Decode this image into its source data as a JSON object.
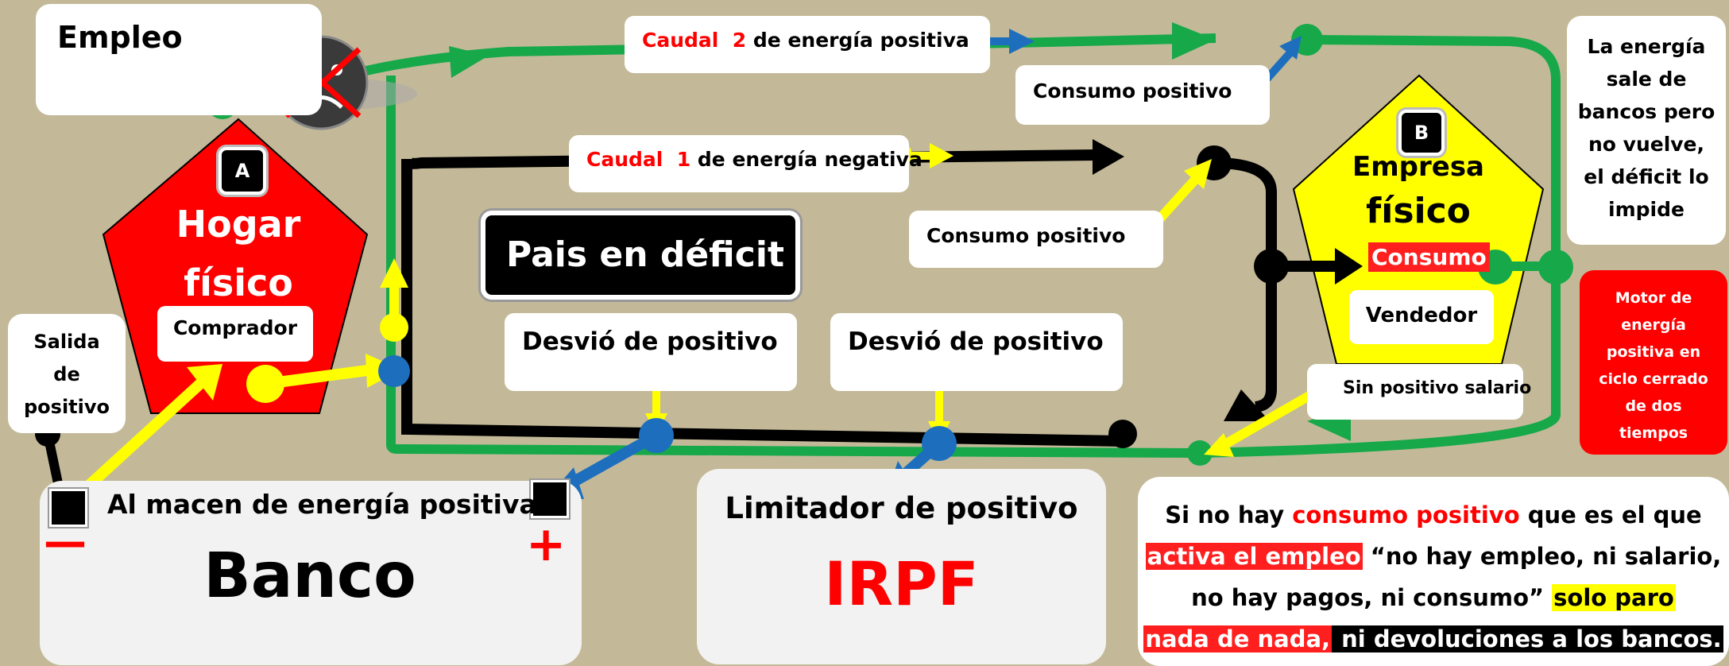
{
  "colors": {
    "background": "#c3b998",
    "green_flow": "#17a84a",
    "black_flow": "#000000",
    "yellow_flow": "#ffff00",
    "blue_flow": "#1d6fbe",
    "hogar_fill": "#ff0000",
    "empresa_fill": "#ffff00",
    "accent_red": "#ff0000"
  },
  "empleo": {
    "label": "Empleo",
    "icons": [
      "sad-face-icon",
      "crossed-sad-face-icon"
    ]
  },
  "hogar": {
    "badge": "A",
    "title_line1": "Hogar",
    "title_line2": "físico",
    "role": "Comprador"
  },
  "empresa": {
    "badge": "B",
    "title_line1": "Empresa",
    "title_line2": "físico",
    "consumo": "Consumo",
    "role": "Vendedor"
  },
  "caudal2": {
    "word": "Caudal",
    "number": "2",
    "text": "de energía positiva"
  },
  "caudal1": {
    "word": "Caudal",
    "number": "1",
    "text": "de energía negativa"
  },
  "consumo_positivo_top": "Consumo positivo",
  "consumo_positivo_mid": "Consumo positivo",
  "pais": "Pais en déficit",
  "desvio_left": "Desvió de positivo",
  "desvio_right": "Desvió de positivo",
  "salida": {
    "line1": "Salida",
    "line2": "de",
    "line3": "positivo"
  },
  "sin_positivo": "Sin positivo salario",
  "banco": {
    "header": "Al macen de energía positiva",
    "title": "Banco",
    "minus": "—",
    "plus": "+"
  },
  "limitador": {
    "header": "Limitador de positivo",
    "title": "IRPF"
  },
  "note_right": {
    "line1": "La energía",
    "line2": "sale de",
    "line3": "bancos pero",
    "line4": "no vuelve,",
    "line5": "el déficit lo",
    "line6": "impide"
  },
  "motor": {
    "line1": "Motor de",
    "line2": "energía",
    "line3": "positiva en",
    "line4": "ciclo cerrado",
    "line5": "de dos",
    "line6": "tiempos"
  },
  "bottom_note": {
    "p1": "Si no hay ",
    "p2": "consumo positivo",
    "p3": " que es el que",
    "p4": "activa el empleo",
    "p5": " “no hay empleo, ni salario,",
    "p6": "no hay pagos, ni consumo” ",
    "p7": "solo paro",
    "p8": "nada de nada,",
    "p9": " ni devoluciones a los bancos."
  }
}
